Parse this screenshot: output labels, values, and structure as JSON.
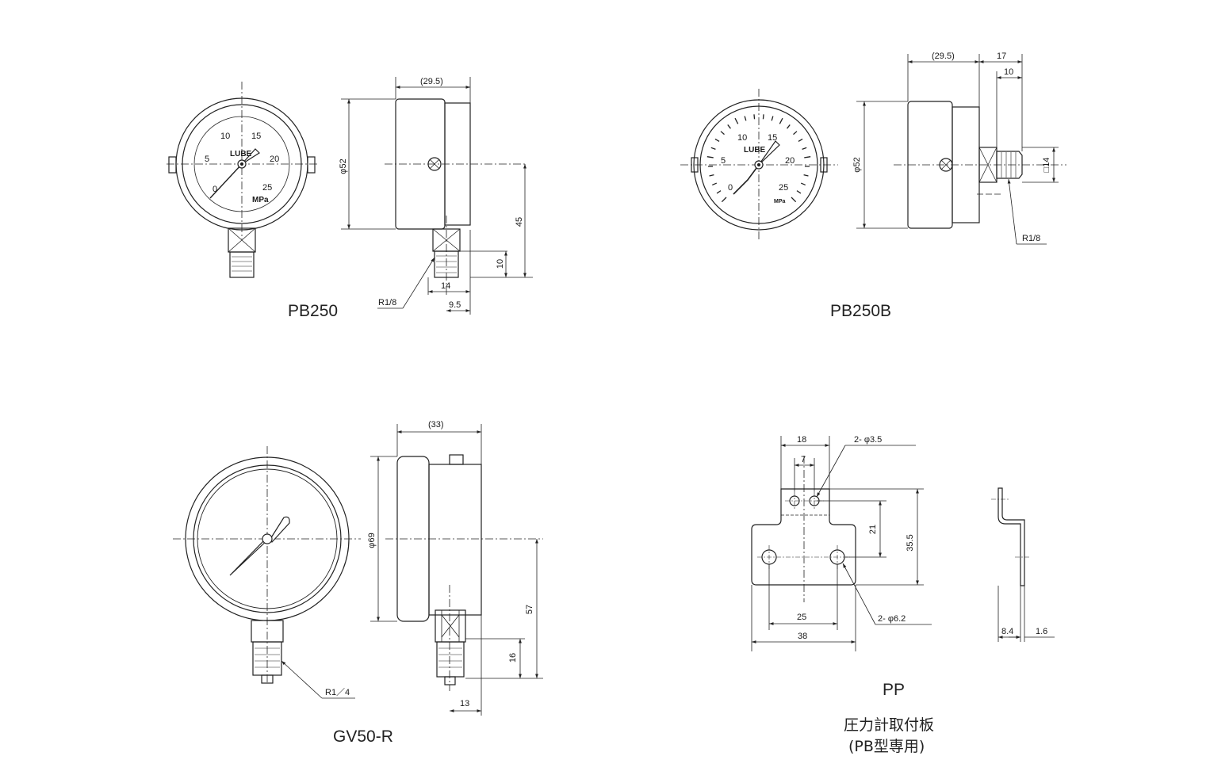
{
  "titles": {
    "pb250": "PB250",
    "pb250b": "PB250B",
    "gv50r": "GV50-R",
    "pp": "PP",
    "pp_sub1": "圧力計取付板",
    "pp_sub2": "(PB型専用)"
  },
  "dial": {
    "scale": [
      "0",
      "5",
      "10",
      "15",
      "20",
      "25"
    ],
    "unit": "MPa",
    "brand": "LUBE"
  },
  "pb250_dims": {
    "depth": "(29.5)",
    "dia": "φ52",
    "height": "45",
    "thread_len": "10",
    "hex": "14",
    "offset": "9.5",
    "thread": "R1/8"
  },
  "pb250b_dims": {
    "depth": "(29.5)",
    "total": "17",
    "thread_len": "10",
    "dia": "φ52",
    "square": "□14",
    "thread": "R1/8"
  },
  "gv50r_dims": {
    "depth": "(33)",
    "dia": "φ69",
    "height": "57",
    "thread_len": "16",
    "offset": "13",
    "thread": "R1／4"
  },
  "pp_dims": {
    "top_width": "18",
    "hole_pitch_small": "7",
    "small_holes": "2- φ3.5",
    "hole_vert": "21",
    "height": "35.5",
    "hole_pitch_large": "25",
    "width": "38",
    "large_holes": "2- φ6.2",
    "offset": "8.4",
    "thickness": "1.6"
  }
}
